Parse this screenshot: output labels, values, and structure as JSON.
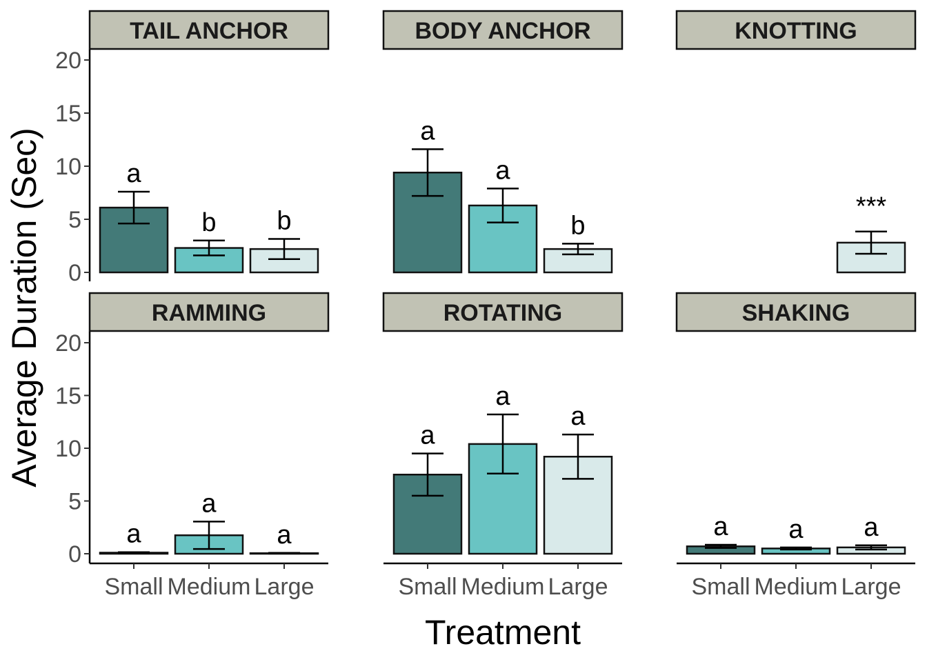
{
  "chart_data": {
    "type": "bar",
    "xlabel": "Treatment",
    "ylabel": "Average Duration (Sec)",
    "ylim": [
      0,
      20
    ],
    "yticks": [
      0,
      5,
      10,
      15,
      20
    ],
    "categories": [
      "Small",
      "Medium",
      "Large"
    ],
    "colors": {
      "Small": "#437a78",
      "Medium": "#69c4c3",
      "Large": "#d9eaea",
      "strip_fill": "#c1c2b4",
      "bar_outline": "#111111"
    },
    "grid": false,
    "legend": "none",
    "panels": [
      {
        "title": "TAIL ANCHOR",
        "values": [
          6.1,
          2.3,
          2.2
        ],
        "errors": [
          1.5,
          0.7,
          0.95
        ],
        "labels": [
          "a",
          "b",
          "b"
        ]
      },
      {
        "title": "BODY ANCHOR",
        "values": [
          9.4,
          6.3,
          2.2
        ],
        "errors": [
          2.2,
          1.6,
          0.5
        ],
        "labels": [
          "a",
          "a",
          "b"
        ]
      },
      {
        "title": "KNOTTING",
        "values": [
          0,
          0,
          2.8
        ],
        "errors": [
          0,
          0,
          1.05
        ],
        "labels": [
          "",
          "",
          "***"
        ]
      },
      {
        "title": "RAMMING",
        "values": [
          0.1,
          1.75,
          0.05
        ],
        "errors": [
          0.05,
          1.3,
          0.03
        ],
        "labels": [
          "a",
          "a",
          "a"
        ]
      },
      {
        "title": "ROTATING",
        "values": [
          7.5,
          10.4,
          9.2
        ],
        "errors": [
          2.0,
          2.8,
          2.1
        ],
        "labels": [
          "a",
          "a",
          "a"
        ]
      },
      {
        "title": "SHAKING",
        "values": [
          0.7,
          0.5,
          0.6
        ],
        "errors": [
          0.15,
          0.1,
          0.2
        ],
        "labels": [
          "a",
          "a",
          "a"
        ]
      }
    ]
  }
}
